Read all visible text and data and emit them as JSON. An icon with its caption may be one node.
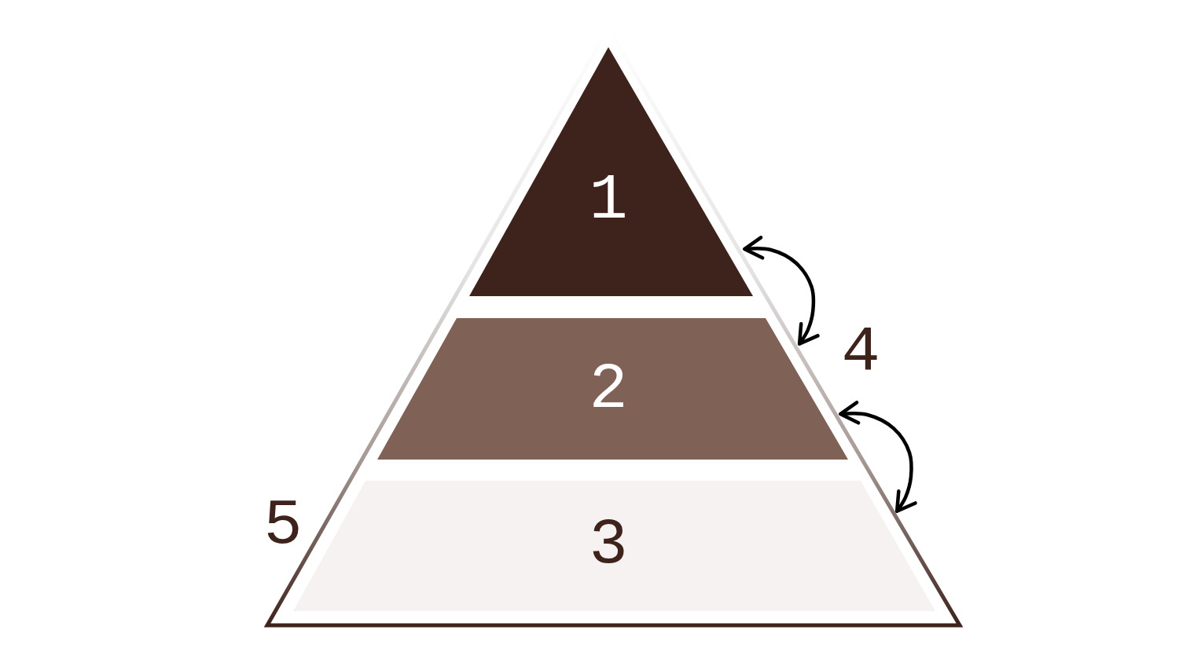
{
  "diagram": {
    "nodes": [
      {
        "text": [],
        "shape": "triangle",
        "beside": [
          "5"
        ]
      },
      {
        "text": [
          "1"
        ],
        "in": 0
      },
      {
        "text": [
          "2"
        ],
        "in": 0
      },
      {
        "text": [
          "3"
        ],
        "in": 0
      }
    ],
    "edges": [
      {
        "from": 1,
        "to": 2,
        "arrow": "both"
      },
      {
        "from": 2,
        "to": 3,
        "arrow": "both"
      }
    ],
    "labels": [
      "4"
    ]
  }
}
